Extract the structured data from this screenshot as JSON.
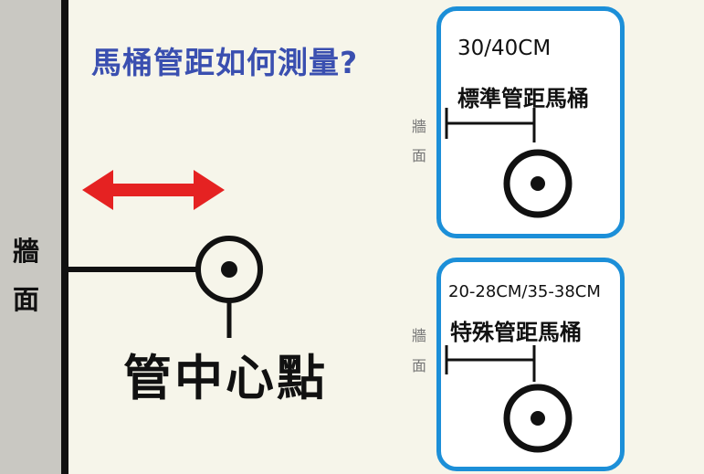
{
  "title": "馬桶管距如何測量?",
  "wall_label": [
    "牆",
    "面"
  ],
  "center_label": "管中心點",
  "cards": [
    {
      "size": "30/40CM",
      "type": "標準管距馬桶",
      "wall_label": [
        "牆",
        "面"
      ]
    },
    {
      "size": "20-28CM/35-38CM",
      "type": "特殊管距馬桶",
      "wall_label": [
        "牆",
        "面"
      ]
    }
  ],
  "colors": {
    "title": "#3a4fb0",
    "arrow": "#e52222",
    "card_border": "#1c8fd8"
  }
}
